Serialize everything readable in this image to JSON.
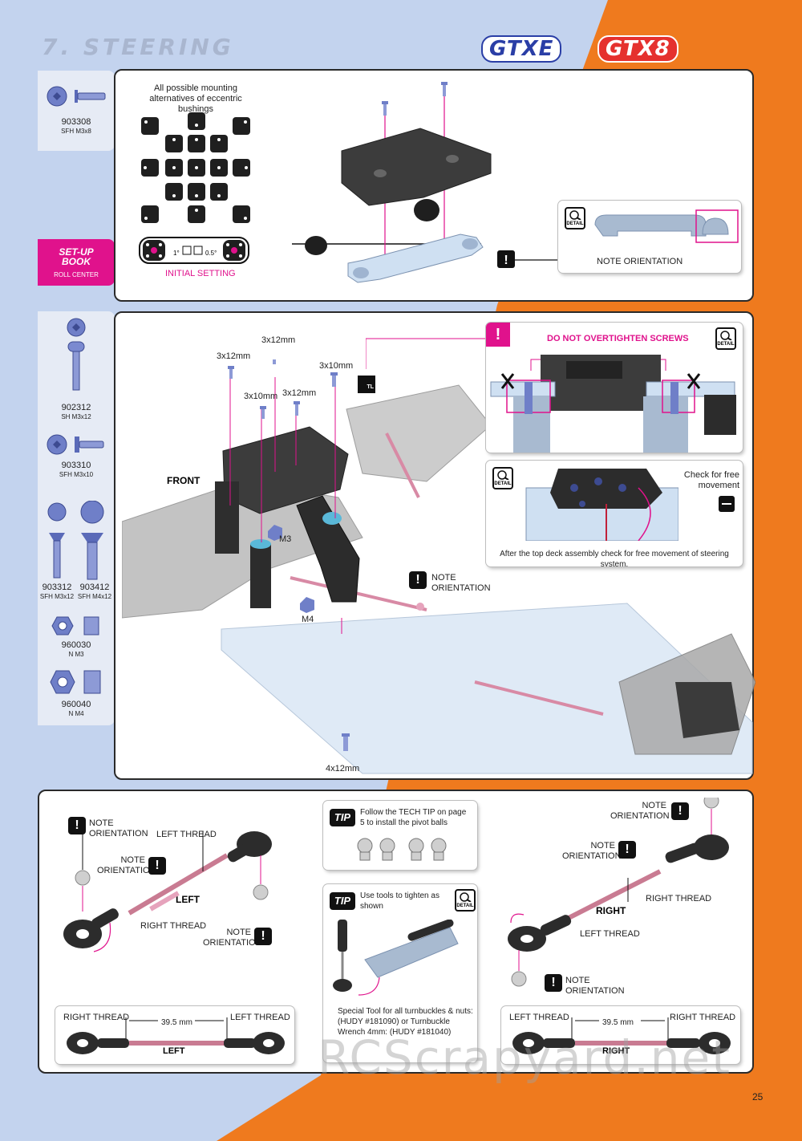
{
  "header": {
    "section_title": "7. STEERING",
    "brand_left": "GTXE",
    "brand_right": "GTX8"
  },
  "step1": {
    "parts": [
      {
        "code": "903308",
        "desc": "SFH M3x8"
      }
    ],
    "mounting_caption": "All possible mounting alternatives of eccentric bushings",
    "initial_setting": "INITIAL SETTING",
    "setting_marks": [
      "1°",
      "0.5°"
    ],
    "note_orientation": "NOTE ORIENTATION",
    "detail_icon": "DETAIL",
    "setup_book": {
      "title": "SET-UP BOOK",
      "subtitle": "ROLL CENTER"
    }
  },
  "step2": {
    "parts": [
      {
        "code": "902312",
        "desc": "SH M3x12"
      },
      {
        "code": "903310",
        "desc": "SFH M3x10"
      },
      {
        "code": "903312",
        "desc": "SFH M3x12"
      },
      {
        "code": "903412",
        "desc": "SFH M4x12"
      },
      {
        "code": "960030",
        "desc": "N M3"
      },
      {
        "code": "960040",
        "desc": "N M4"
      }
    ],
    "screw_labels": [
      "3x12mm",
      "3x12mm",
      "3x10mm",
      "3x10mm",
      "3x12mm",
      "4x12mm"
    ],
    "nut_labels": [
      "M3",
      "M4"
    ],
    "front_label": "FRONT",
    "tl_label": "TL",
    "note_orientation": "NOTE ORIENTATION",
    "overtighten_warning": "DO NOT OVERTIGHTEN SCREWS",
    "check_free": "Check for free movement",
    "after_assembly": "After the top deck assembly check for free movement of steering system.",
    "detail_icon": "DETAIL"
  },
  "step3": {
    "left": {
      "note_orientation": "NOTE ORIENTATION",
      "left_thread": "LEFT THREAD",
      "right_thread": "RIGHT THREAD",
      "side_label": "LEFT"
    },
    "right": {
      "note_orientation": "NOTE ORIENTATION",
      "left_thread": "LEFT THREAD",
      "right_thread": "RIGHT THREAD",
      "side_label": "RIGHT"
    },
    "tip1": {
      "badge": "TIP",
      "text": "Follow the TECH TIP on page 5 to install the pivot balls"
    },
    "tip2": {
      "badge": "TIP",
      "text": "Use tools to tighten as shown",
      "detail_icon": "DETAIL"
    },
    "special_tool": "Special Tool for all turnbuckles & nuts: (HUDY #181090) or Turnbuckle Wrench 4mm: (HUDY #181040)",
    "measure_left": {
      "right_thread": "RIGHT THREAD",
      "left_thread": "LEFT THREAD",
      "length": "39.5 mm",
      "side_label": "LEFT"
    },
    "measure_right": {
      "left_thread": "LEFT THREAD",
      "right_thread": "RIGHT THREAD",
      "length": "39.5 mm",
      "side_label": "RIGHT"
    }
  },
  "footer": {
    "page_number": "25",
    "watermark": "RCScrapyard.net"
  }
}
